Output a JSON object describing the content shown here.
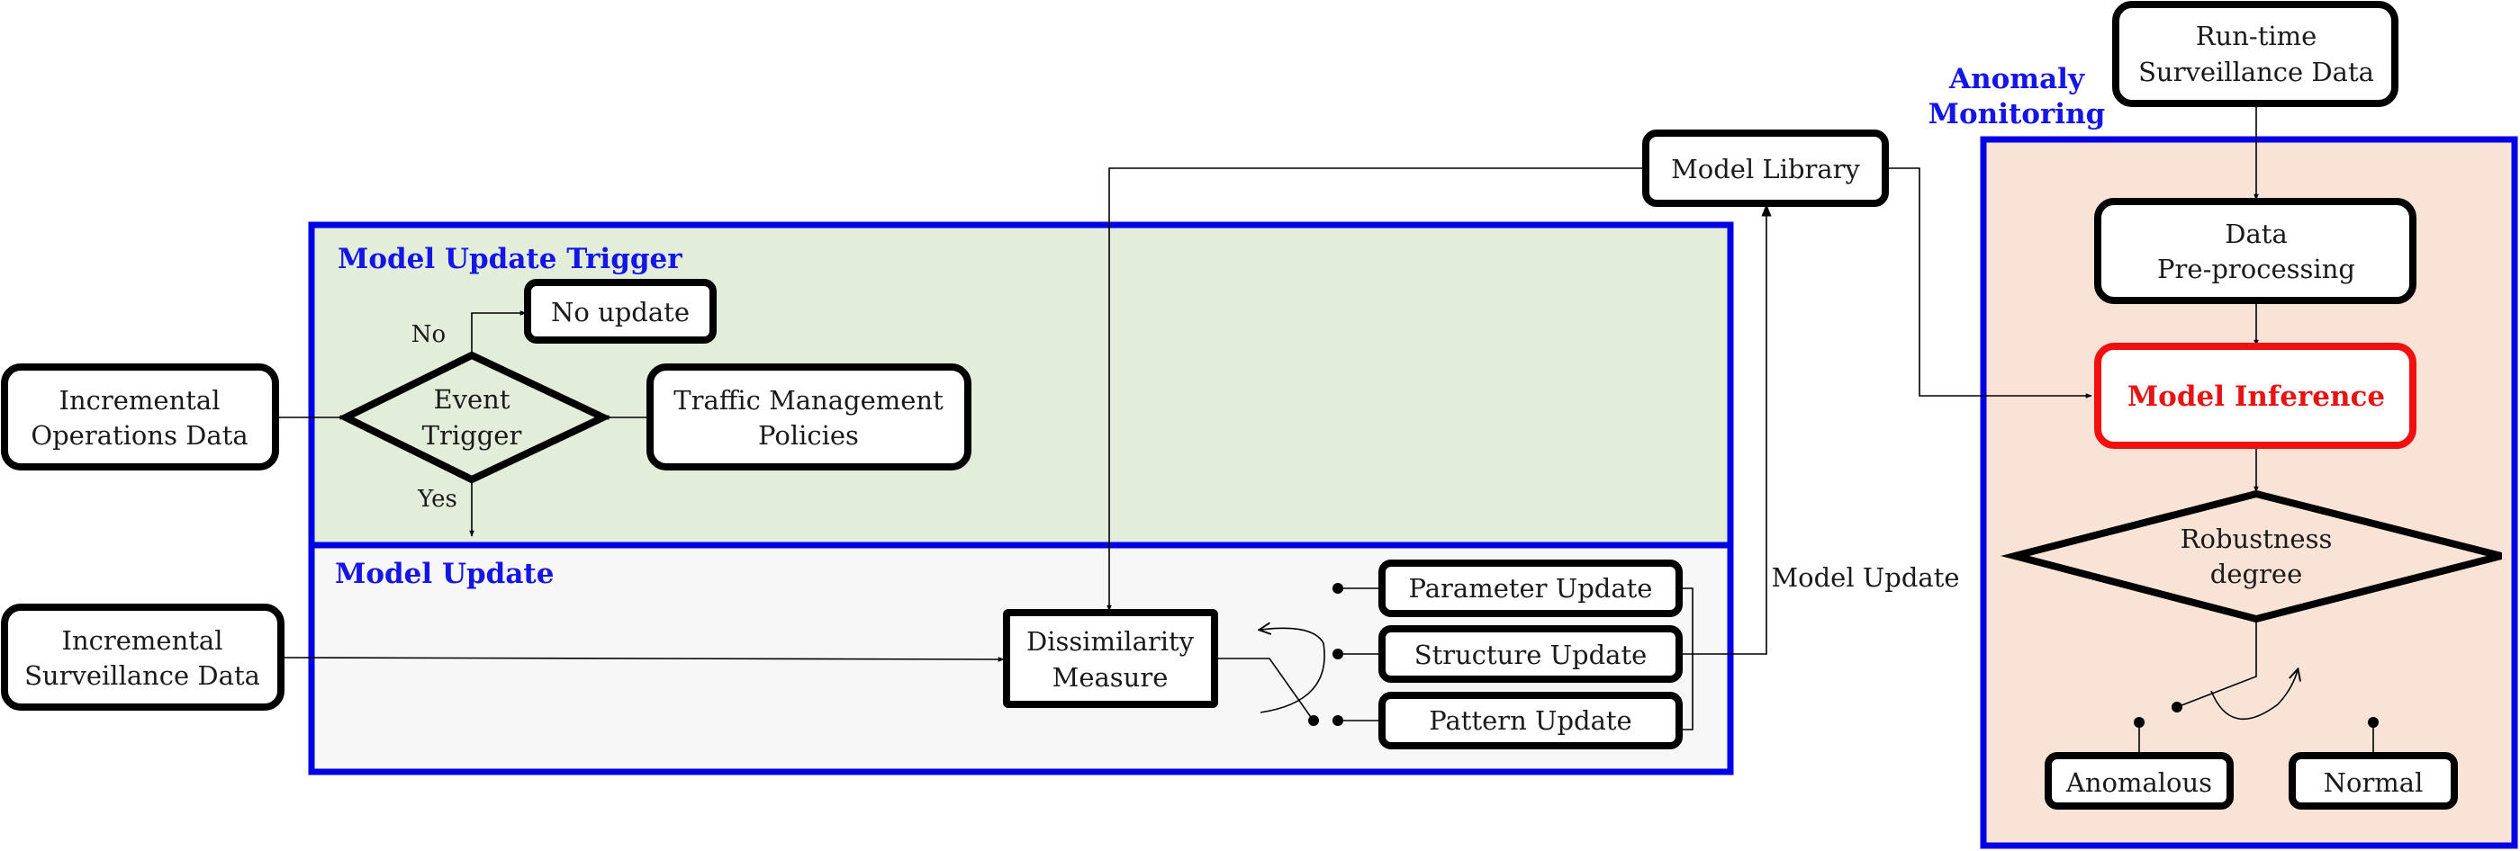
{
  "regions": {
    "trigger_title": "Model Update Trigger",
    "update_title": "Model Update",
    "monitoring_title_line1": "Anomaly",
    "monitoring_title_line2": "Monitoring"
  },
  "nodes": {
    "incremental_ops_line1": "Incremental",
    "incremental_ops_line2": "Operations Data",
    "event_trigger_line1": "Event",
    "event_trigger_line2": "Trigger",
    "no_update": "No update",
    "traffic_policies_line1": "Traffic Management",
    "traffic_policies_line2": "Policies",
    "incremental_surv_line1": "Incremental",
    "incremental_surv_line2": "Surveillance Data",
    "dissimilarity_line1": "Dissimilarity",
    "dissimilarity_line2": "Measure",
    "parameter_update": "Parameter Update",
    "structure_update": "Structure Update",
    "pattern_update": "Pattern Update",
    "model_library": "Model Library",
    "runtime_line1": "Run-time",
    "runtime_line2": "Surveillance Data",
    "preprocessing_line1": "Data",
    "preprocessing_line2": "Pre-processing",
    "model_inference": "Model Inference",
    "robustness_line1": "Robustness",
    "robustness_line2": "degree",
    "anomalous": "Anomalous",
    "normal": "Normal"
  },
  "edge_labels": {
    "no": "No",
    "yes": "Yes",
    "model_update": "Model Update"
  },
  "colors": {
    "region_border": "#0000e6",
    "trigger_fill": "#e2eed9",
    "update_fill": "#f7f7f7",
    "monitoring_fill": "#f9e3d7",
    "inference_border": "#f01010"
  }
}
